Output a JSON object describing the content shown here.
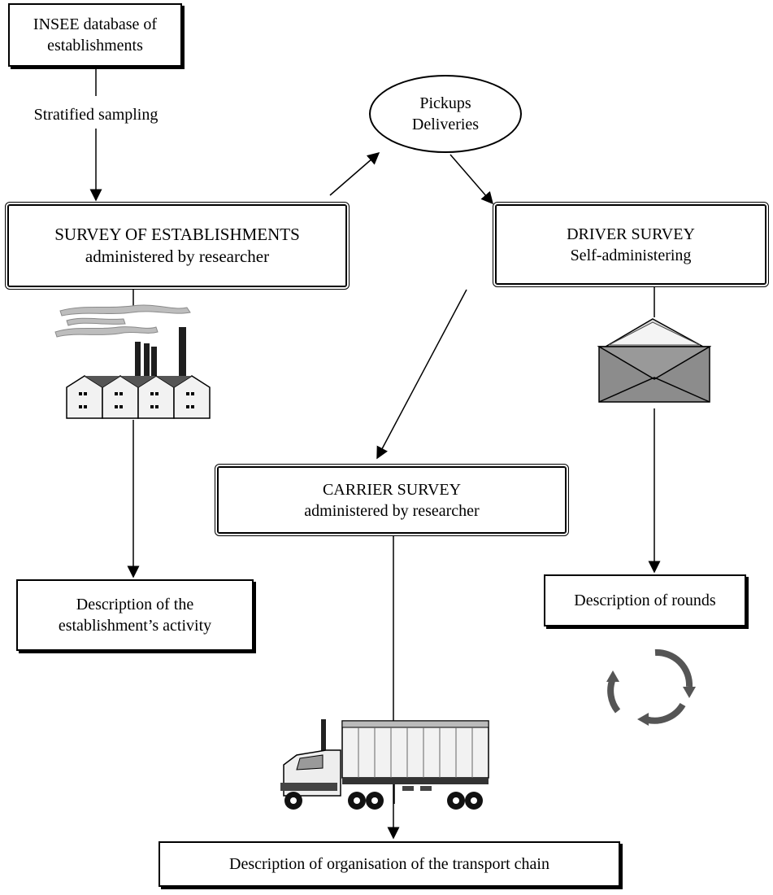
{
  "nodes": {
    "insee": {
      "line1": "INSEE database of",
      "line2": "establishments"
    },
    "sampling": {
      "text": "Stratified sampling"
    },
    "pickups": {
      "line1": "Pickups",
      "line2": "Deliveries"
    },
    "survey_establishments": {
      "line1": "SURVEY OF ESTABLISHMENTS",
      "line2": "administered by researcher"
    },
    "driver_survey": {
      "line1": "DRIVER SURVEY",
      "line2": "Self-administering"
    },
    "carrier_survey": {
      "line1": "CARRIER SURVEY",
      "line2": "administered by researcher"
    },
    "desc_activity": {
      "line1": "Description of the",
      "line2": "establishment’s activity"
    },
    "desc_rounds": {
      "text": "Description of rounds"
    },
    "desc_chain": {
      "text": "Description of organisation of the transport chain"
    }
  },
  "icons": [
    "factory-icon",
    "envelope-icon",
    "cycle-arrows-icon",
    "truck-icon"
  ],
  "colors": {
    "line": "#000000",
    "icon_gray": "#7a7a7a",
    "icon_dark": "#3a3a3a"
  }
}
